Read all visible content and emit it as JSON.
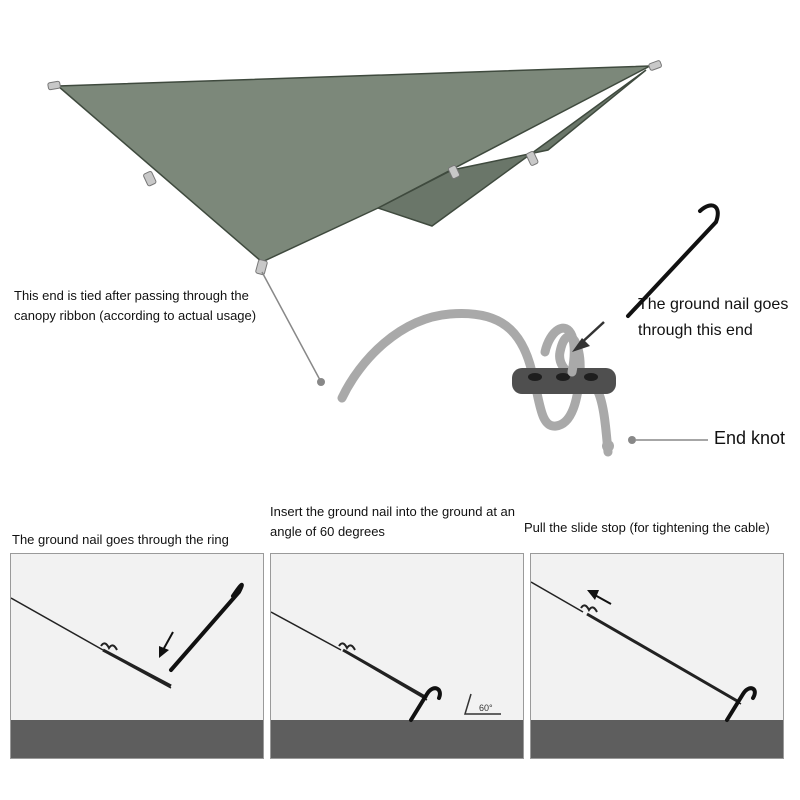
{
  "annotations": {
    "tie_end": [
      "This end is tied after passing through the",
      "canopy ribbon (according to actual usage)"
    ],
    "nail_end": [
      "The ground nail goes",
      "through this end"
    ],
    "end_knot": "End knot"
  },
  "steps": [
    {
      "caption": [
        "The ground nail goes through the ring"
      ]
    },
    {
      "caption": [
        "Insert the ground nail into the ground at an",
        "angle of 60 degrees"
      ],
      "angle_mark": "60°"
    },
    {
      "caption": [
        "Pull the slide stop (for tightening the cable)"
      ]
    }
  ],
  "colors": {
    "tarp": "#7c887a",
    "tarp_under": "#6a7669",
    "rope": "#a9a9a9",
    "stopper": "#4f4f4f",
    "ground": "#5e5e5e",
    "panel_bg": "#f2f2f2"
  }
}
